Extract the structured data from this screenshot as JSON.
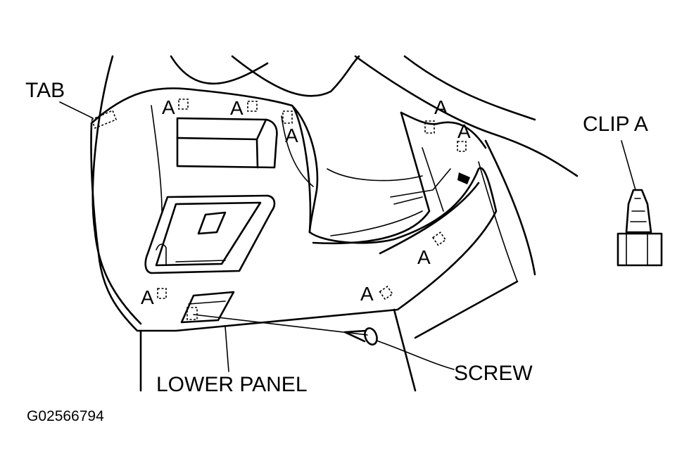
{
  "labels": {
    "tab": "TAB",
    "clip_a": "CLIP A",
    "lower_panel": "LOWER PANEL",
    "screw": "SCREW",
    "figure_id": "G02566794"
  },
  "clip_marker": "A"
}
